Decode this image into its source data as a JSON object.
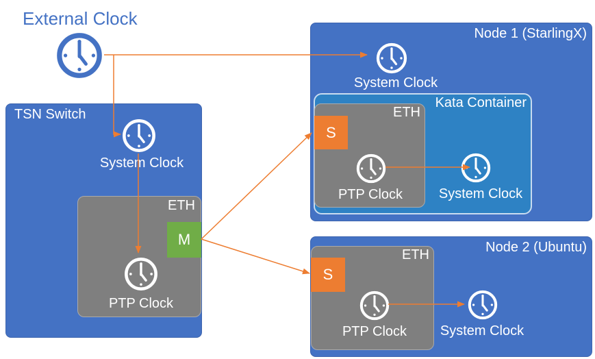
{
  "colors": {
    "node_blue": "#4472C4",
    "kata_blue": "#2E82C4",
    "eth_gray": "#7F7F7F",
    "master_green": "#70AD47",
    "slave_orange": "#ED7D31",
    "arrow_orange": "#ED7D31",
    "label_white": "#FFFFFF",
    "external_clock_blue": "#4472C4"
  },
  "external_clock": {
    "label": "External Clock"
  },
  "tsn_switch": {
    "title": "TSN Switch",
    "system_clock_label": "System Clock",
    "eth": {
      "label": "ETH",
      "port_role_badge": "M",
      "ptp_clock_label": "PTP Clock"
    }
  },
  "node1": {
    "title": "Node 1 (StarlingX)",
    "system_clock_label": "System Clock",
    "eth": {
      "label": "ETH",
      "port_role_badge": "S",
      "ptp_clock_label": "PTP Clock"
    },
    "kata_container": {
      "title": "Kata Container",
      "system_clock_label": "System Clock"
    }
  },
  "node2": {
    "title": "Node 2 (Ubuntu)",
    "system_clock_label": "System Clock",
    "eth": {
      "label": "ETH",
      "port_role_badge": "S",
      "ptp_clock_label": "PTP Clock"
    }
  }
}
